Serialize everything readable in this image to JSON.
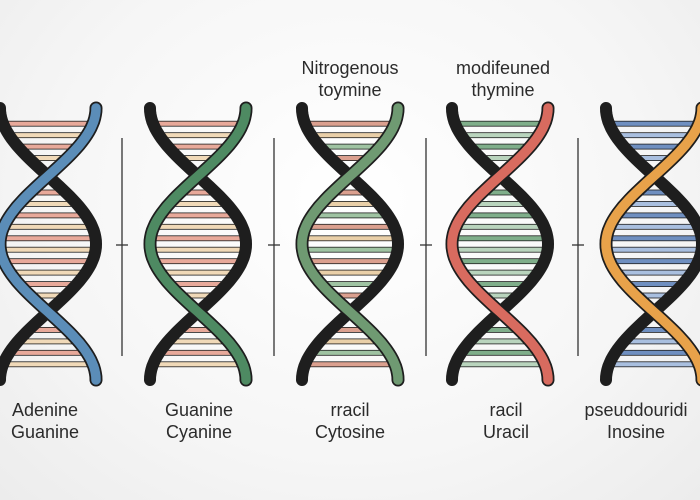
{
  "helices": [
    {
      "id": "helix-1",
      "top_label": [],
      "bottom_label": [
        "Adenine",
        "Guanine"
      ],
      "strand_color": "#5b8db8",
      "rung_colors": [
        "#e8a99a",
        "#f0d9b8"
      ]
    },
    {
      "id": "helix-2",
      "top_label": [],
      "bottom_label": [
        "Guanine",
        "Cyanine"
      ],
      "strand_color": "#4e8a62",
      "rung_colors": [
        "#e8a99a",
        "#f0d9b8"
      ]
    },
    {
      "id": "helix-3",
      "top_label": [
        "Nitrogenous",
        "toymine"
      ],
      "bottom_label": [
        "rracil",
        "Cytosine"
      ],
      "strand_color": "#6f9a72",
      "rung_colors": [
        "#dba08f",
        "#e9cfa8",
        "#9fc3a2"
      ]
    },
    {
      "id": "helix-4",
      "top_label": [
        "modifeuned",
        "thymine"
      ],
      "bottom_label": [
        "racil",
        "Uracil"
      ],
      "strand_color": "#d86b5f",
      "rung_colors": [
        "#7fae8a",
        "#b9d4bd"
      ]
    },
    {
      "id": "helix-5",
      "top_label": [],
      "bottom_label": [
        "pseuddouridi",
        "Inosine"
      ],
      "strand_color": "#e8a24a",
      "rung_colors": [
        "#6f8fc0",
        "#a9bfdf"
      ]
    }
  ],
  "colors": {
    "outline": "#1e1e1e",
    "divider": "#333333"
  }
}
